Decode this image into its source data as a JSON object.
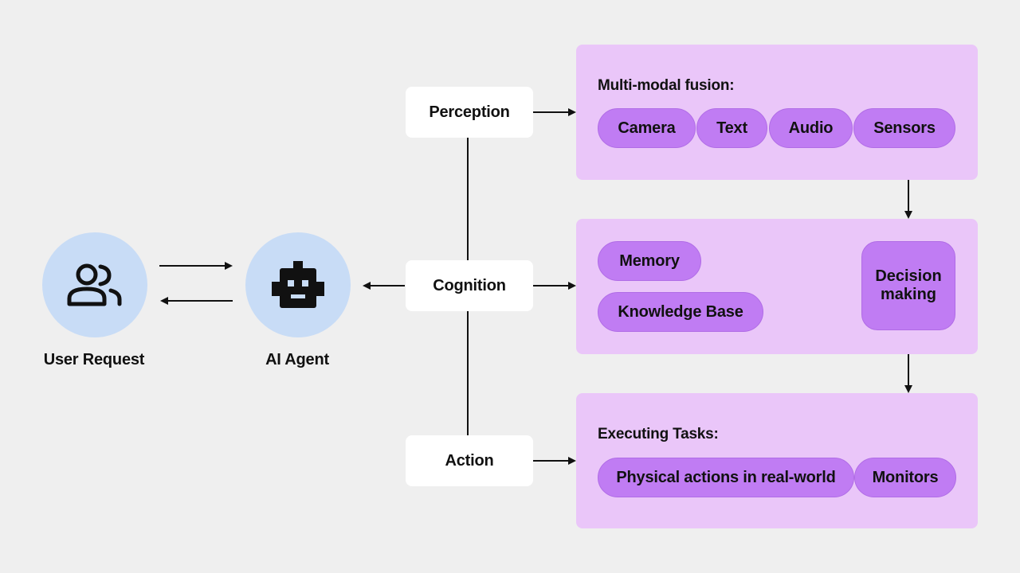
{
  "nodes": {
    "user": {
      "label": "User Request",
      "icon": "users-icon"
    },
    "agent": {
      "label": "AI Agent",
      "icon": "robot-icon"
    }
  },
  "stages": {
    "perception": "Perception",
    "cognition": "Cognition",
    "action": "Action"
  },
  "panels": {
    "perception": {
      "title": "Multi-modal fusion:",
      "items": [
        "Camera",
        "Text",
        "Audio",
        "Sensors"
      ]
    },
    "cognition": {
      "memory": "Memory",
      "knowledge": "Knowledge Base",
      "decision_line1": "Decision",
      "decision_line2": "making"
    },
    "action": {
      "title": "Executing Tasks:",
      "items": [
        "Physical actions in real-world",
        "Monitors"
      ]
    }
  },
  "colors": {
    "background": "#efefef",
    "node_fill": "#c8dcf6",
    "panel_fill": "#eac6f9",
    "pill_fill": "#c07cf3",
    "line": "#111111"
  }
}
